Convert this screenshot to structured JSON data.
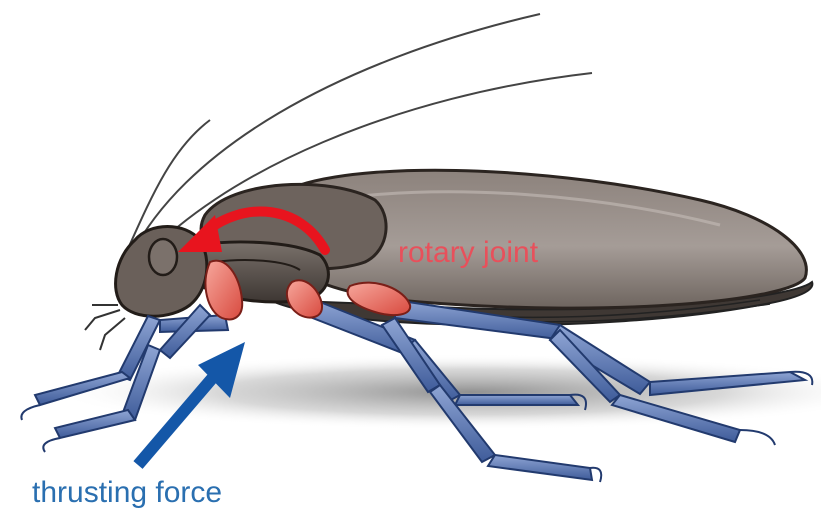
{
  "labels": {
    "rotary_joint": "rotary joint",
    "thrusting_force": "thrusting force"
  },
  "colors": {
    "rotary_label": "#e8505b",
    "rotary_arrow": "#e8141e",
    "thrust_label": "#2a6fb0",
    "thrust_arrow": "#1457a8",
    "body": "#8a7f79",
    "wing": "#a8a09b",
    "joint": "#e86a5e",
    "leg": "#5d79b5",
    "shadow": "#9a9a9a"
  },
  "parts": [
    "antennae",
    "head",
    "thorax",
    "abdomen",
    "wing-cover",
    "legs",
    "leg-joints"
  ]
}
